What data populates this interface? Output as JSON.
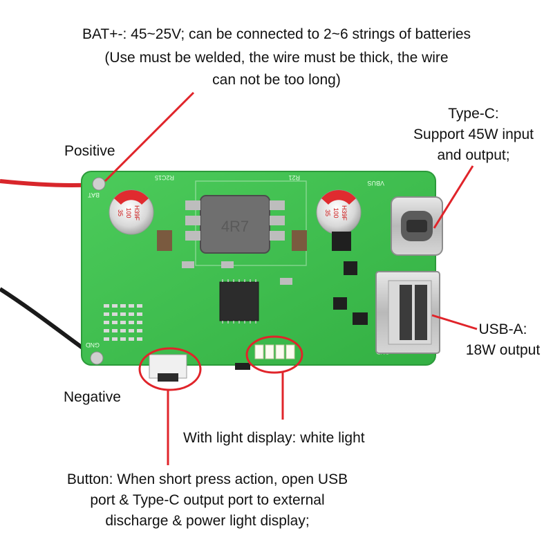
{
  "annotations": {
    "bat_line1": "BAT+-: 45~25V; can be connected to 2~6 strings of batteries",
    "bat_line2": "(Use must be welded, the wire must be thick, the wire",
    "bat_line3": "can not be too long)",
    "positive": "Positive",
    "negative": "Negative",
    "typec_line1": "Type-C:",
    "typec_line2": "Support 45W input",
    "typec_line3": "and output;",
    "usba_line1": "USB-A:",
    "usba_line2": "18W output",
    "light": "With light display: white light",
    "button_line1": "Button: When short press action, open USB",
    "button_line2": "port & Type-C output port to external",
    "button_line3": "discharge & power light display;"
  },
  "board_markings": {
    "inductor": "4R7",
    "cap_left": [
      "H39F",
      "100",
      "35"
    ],
    "cap_right": [
      "H39F",
      "100",
      "35"
    ],
    "vbus": "VBUS",
    "bat_pad": "BAT",
    "gnd_pad": "GND",
    "gnd_right": "GND",
    "r2c15": "R2C15",
    "r21": "R21"
  },
  "colors": {
    "pcb": "#3fbf4f",
    "annotation_red": "#e0242a",
    "wire_red": "#d8262b",
    "wire_black": "#1a1a1a"
  }
}
